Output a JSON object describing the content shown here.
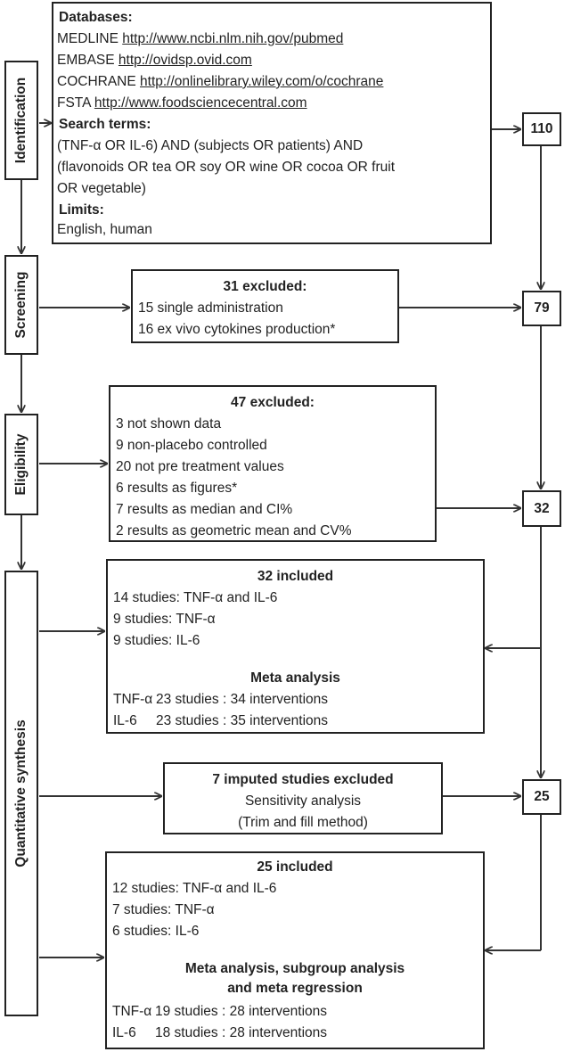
{
  "stages": {
    "identification": "Identification",
    "screening": "Screening",
    "eligibility": "Eligibility",
    "synthesis": "Quantitative synthesis"
  },
  "identification_box": {
    "databases_heading": "Databases:",
    "databases": [
      {
        "name": "MEDLINE",
        "url": "http://www.ncbi.nlm.nih.gov/pubmed"
      },
      {
        "name": "EMBASE",
        "url": "http://ovidsp.ovid.com"
      },
      {
        "name": "COCHRANE",
        "url": "http://onlinelibrary.wiley.com/o/cochrane"
      },
      {
        "name": "FSTA",
        "url": "http://www.foodsciencecentral.com"
      }
    ],
    "search_heading": "Search terms:",
    "search_lines": [
      "(TNF-α OR IL-6) AND (subjects OR patients) AND",
      "(flavonoids OR tea OR soy OR wine OR cocoa OR fruit",
      "OR vegetable)"
    ],
    "limits_heading": "Limits:",
    "limits": "English, human"
  },
  "counts": {
    "identified": "110",
    "screened": "79",
    "eligible": "32",
    "final": "25"
  },
  "screening_excluded": {
    "heading": "31 excluded:",
    "lines": [
      "15 single administration",
      "16 ex vivo cytokines production*"
    ]
  },
  "eligibility_excluded": {
    "heading": "47 excluded:",
    "lines": [
      "3 not shown data",
      "9 non-placebo controlled",
      "20 not pre treatment values",
      "6 results as figures*",
      "7 results as median and CI%",
      "2 results as geometric mean and CV%"
    ]
  },
  "included_32": {
    "heading": "32 included",
    "lines": [
      "14 studies: TNF-α and IL-6",
      "9 studies: TNF-α",
      "9 studies: IL-6"
    ],
    "meta_heading": "Meta analysis",
    "meta_rows": [
      {
        "label": "TNF-α",
        "value": "23 studies : 34 interventions"
      },
      {
        "label": "IL-6",
        "value": "23 studies : 35 interventions"
      }
    ]
  },
  "sensitivity": {
    "heading": "7 imputed studies excluded",
    "line1": "Sensitivity analysis",
    "line2": "(Trim and fill method)"
  },
  "included_25": {
    "heading": "25 included",
    "lines": [
      "12 studies: TNF-α and IL-6",
      "7 studies: TNF-α",
      "6 studies: IL-6"
    ],
    "meta_heading_1": "Meta analysis, subgroup analysis",
    "meta_heading_2": "and meta regression",
    "meta_rows": [
      {
        "label": "TNF-α",
        "value": "19 studies : 28 interventions"
      },
      {
        "label": "IL-6",
        "value": "18 studies : 28 interventions"
      }
    ]
  }
}
